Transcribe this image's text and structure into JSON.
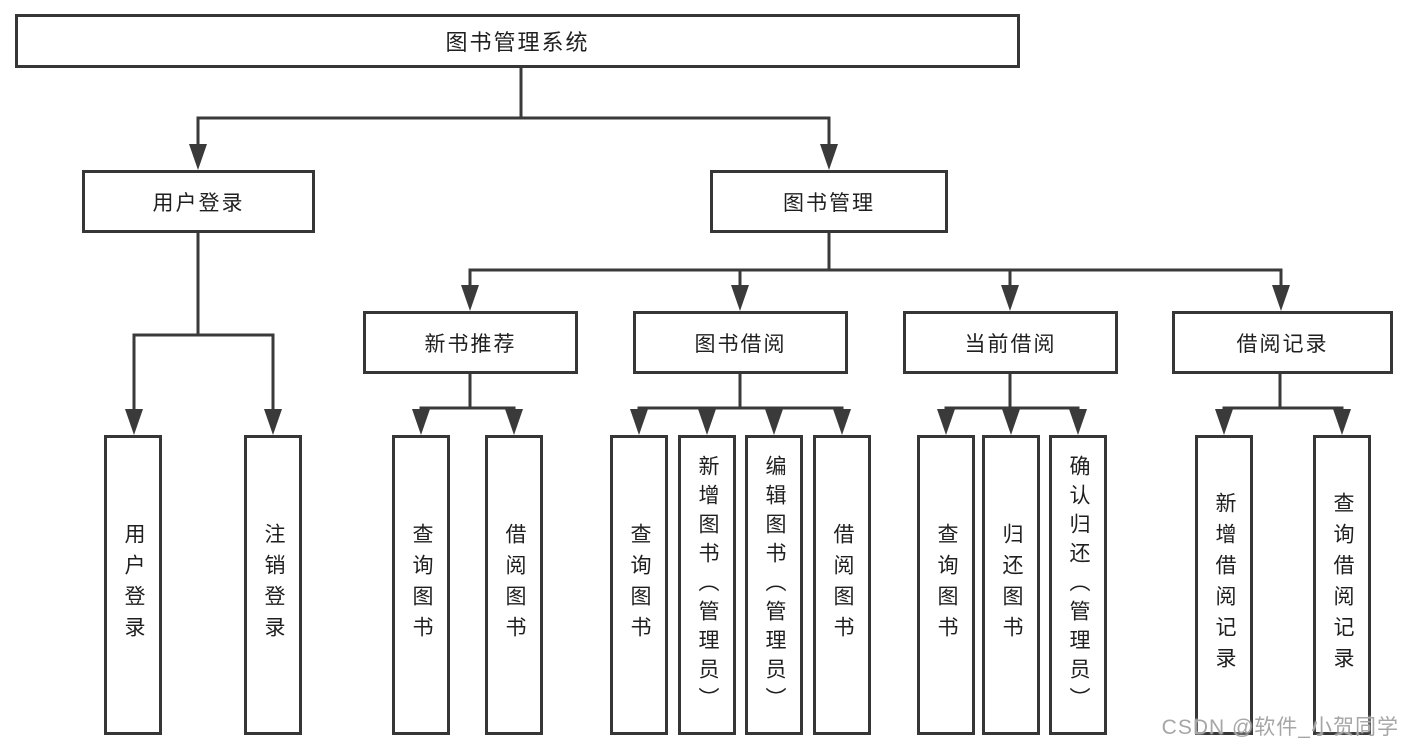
{
  "diagram": {
    "title": "图书管理系统",
    "nodes": {
      "root": "图书管理系统",
      "user_login": "用户登录",
      "book_mgmt": "图书管理",
      "new_book_rec": "新书推荐",
      "book_borrow": "图书借阅",
      "current_borrow": "当前借阅",
      "borrow_records": "借阅记录",
      "leaf_user_login": "用户登录",
      "leaf_logout": "注销登录",
      "leaf_rec_query": "查询图书",
      "leaf_rec_borrow": "借阅图书",
      "leaf_bb_query": "查询图书",
      "leaf_bb_add": "新增图书（管理员）",
      "leaf_bb_edit": "编辑图书（管理员）",
      "leaf_bb_borrow": "借阅图书",
      "leaf_cb_query": "查询图书",
      "leaf_cb_return": "归还图书",
      "leaf_cb_confirm": "确认归还（管理员）",
      "leaf_br_add": "新增借阅记录",
      "leaf_br_query": "查询借阅记录"
    },
    "hierarchy": [
      {
        "label": "图书管理系统",
        "children": [
          {
            "label": "用户登录",
            "children": [
              {
                "label": "用户登录"
              },
              {
                "label": "注销登录"
              }
            ]
          },
          {
            "label": "图书管理",
            "children": [
              {
                "label": "新书推荐",
                "children": [
                  {
                    "label": "查询图书"
                  },
                  {
                    "label": "借阅图书"
                  }
                ]
              },
              {
                "label": "图书借阅",
                "children": [
                  {
                    "label": "查询图书"
                  },
                  {
                    "label": "新增图书（管理员）"
                  },
                  {
                    "label": "编辑图书（管理员）"
                  },
                  {
                    "label": "借阅图书"
                  }
                ]
              },
              {
                "label": "当前借阅",
                "children": [
                  {
                    "label": "查询图书"
                  },
                  {
                    "label": "归还图书"
                  },
                  {
                    "label": "确认归还（管理员）"
                  }
                ]
              },
              {
                "label": "借阅记录",
                "children": [
                  {
                    "label": "新增借阅记录"
                  },
                  {
                    "label": "查询借阅记录"
                  }
                ]
              }
            ]
          }
        ]
      }
    ],
    "colors": {
      "line": "#3a3a3a",
      "box_border": "#363636",
      "text": "#1f1f1f",
      "background": "#ffffff",
      "watermark": "#a6a6a6"
    }
  },
  "watermark": {
    "text": "CSDN @软件_小贺同学"
  }
}
